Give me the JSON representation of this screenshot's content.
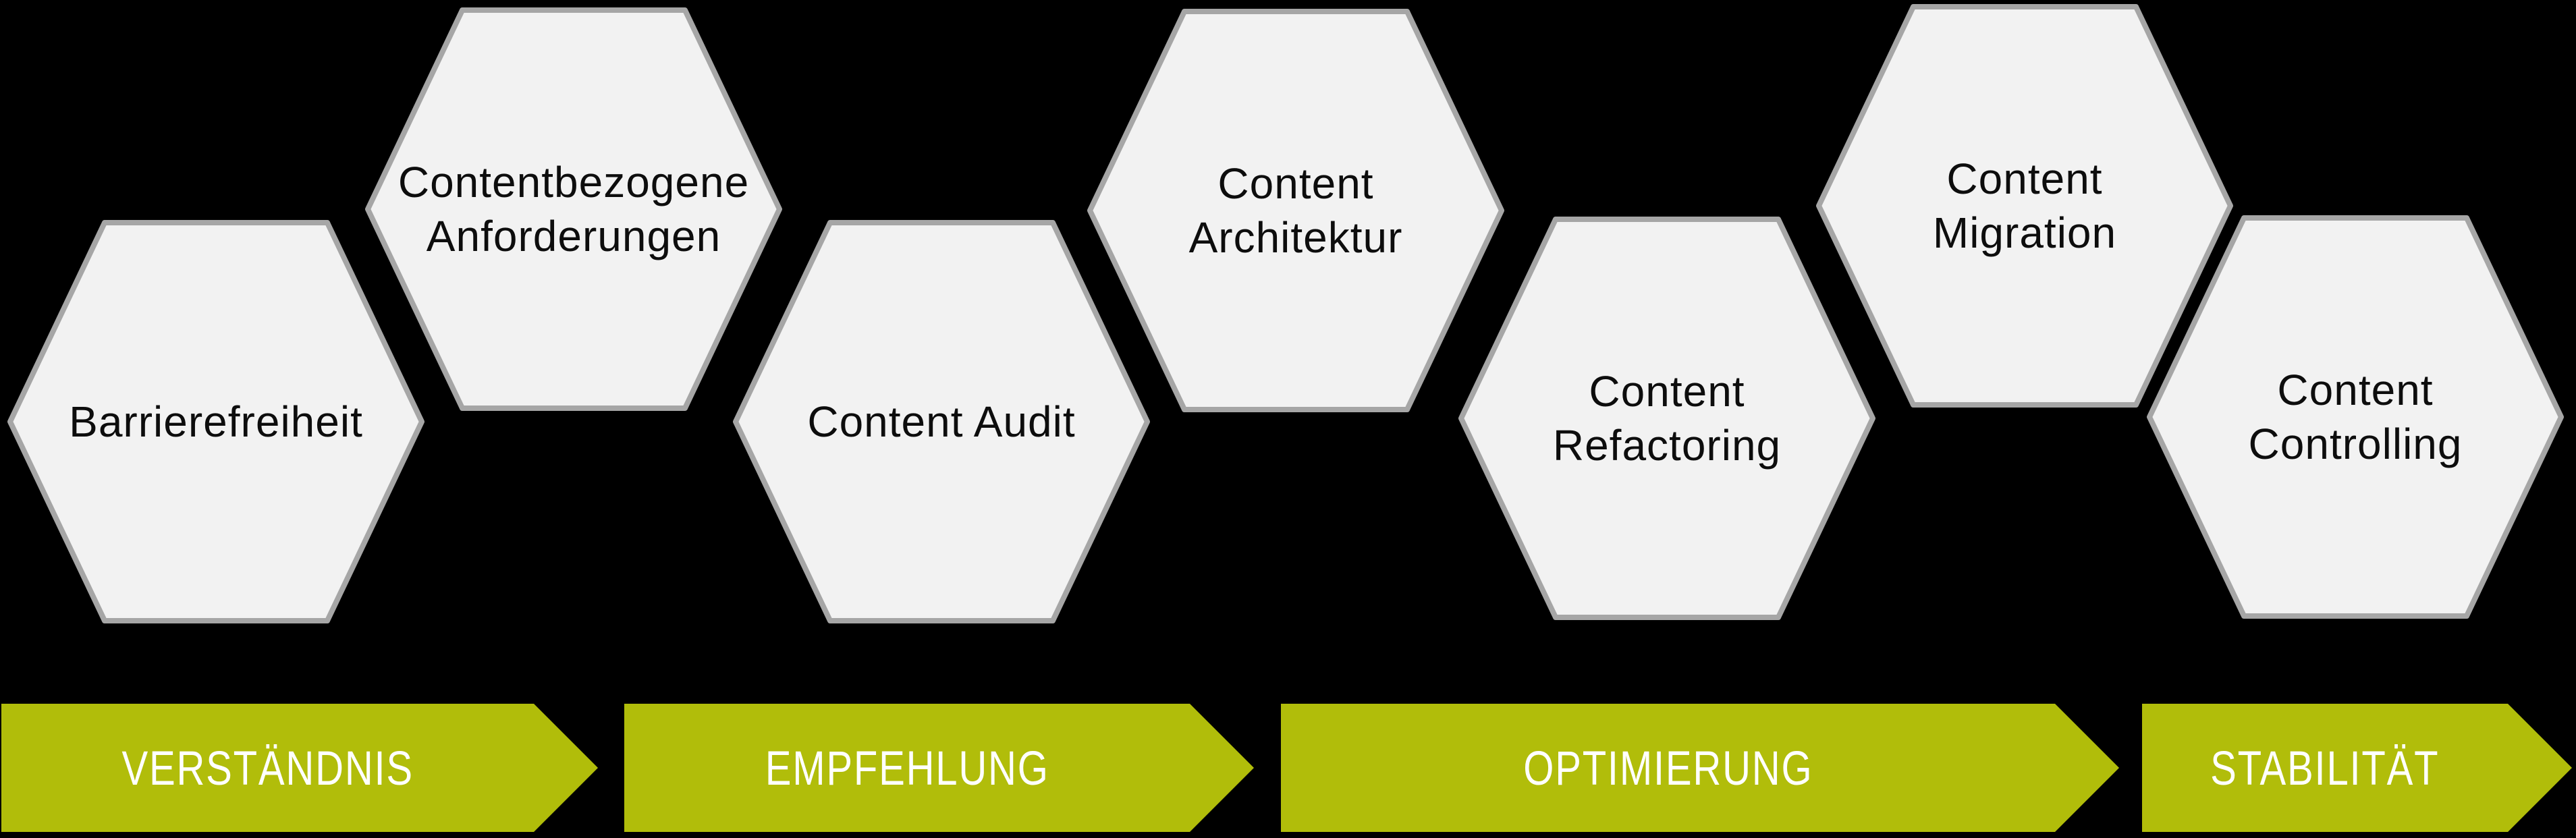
{
  "hexagons": [
    {
      "label": "Barrierefreiheit",
      "position": "bottom"
    },
    {
      "label": "Contentbezogene\nAnforderungen",
      "position": "top"
    },
    {
      "label": "Content Audit",
      "position": "bottom"
    },
    {
      "label": "Content\nArchitektur",
      "position": "top"
    },
    {
      "label": "Content\nRefactoring",
      "position": "bottom"
    },
    {
      "label": "Content\nMigration",
      "position": "top"
    },
    {
      "label": "Content\nControlling",
      "position": "bottom"
    }
  ],
  "phases": [
    {
      "label": "VERSTÄNDNIS"
    },
    {
      "label": "EMPFEHLUNG"
    },
    {
      "label": "OPTIMIERUNG"
    },
    {
      "label": "STABILITÄT"
    }
  ],
  "colors": {
    "background": "#000000",
    "hex_fill": "#f2f2f2",
    "hex_border": "#a6a6a6",
    "hex_text": "#0d0d0d",
    "arrow": "#b1bd0a",
    "arrow_text": "#ffffff"
  }
}
